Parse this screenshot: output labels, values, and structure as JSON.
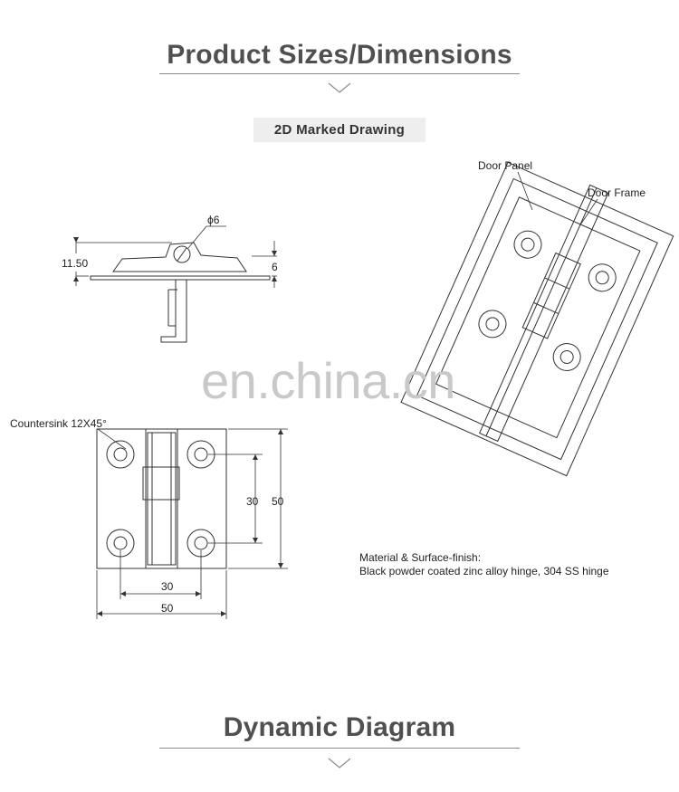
{
  "headings": {
    "top_title": "Product Sizes/Dimensions",
    "bottom_title": "Dynamic Diagram",
    "badge": "2D Marked Drawing"
  },
  "labels": {
    "door_panel": "Door Panel",
    "door_frame": "Door Frame",
    "countersink": "Countersink 12X45°",
    "diameter": "ϕ6"
  },
  "dimensions": {
    "side_height": "11.50",
    "side_thickness": "6",
    "hole_vertical": "30",
    "overall_height": "50",
    "hole_horizontal": "30",
    "overall_width": "50"
  },
  "material": {
    "title": "Material & Surface-finish:",
    "description": "Black powder coated zinc alloy hinge, 304 SS hinge"
  },
  "watermark": "en.china.cn",
  "icons": {
    "chevron": "chevron-down-icon"
  }
}
